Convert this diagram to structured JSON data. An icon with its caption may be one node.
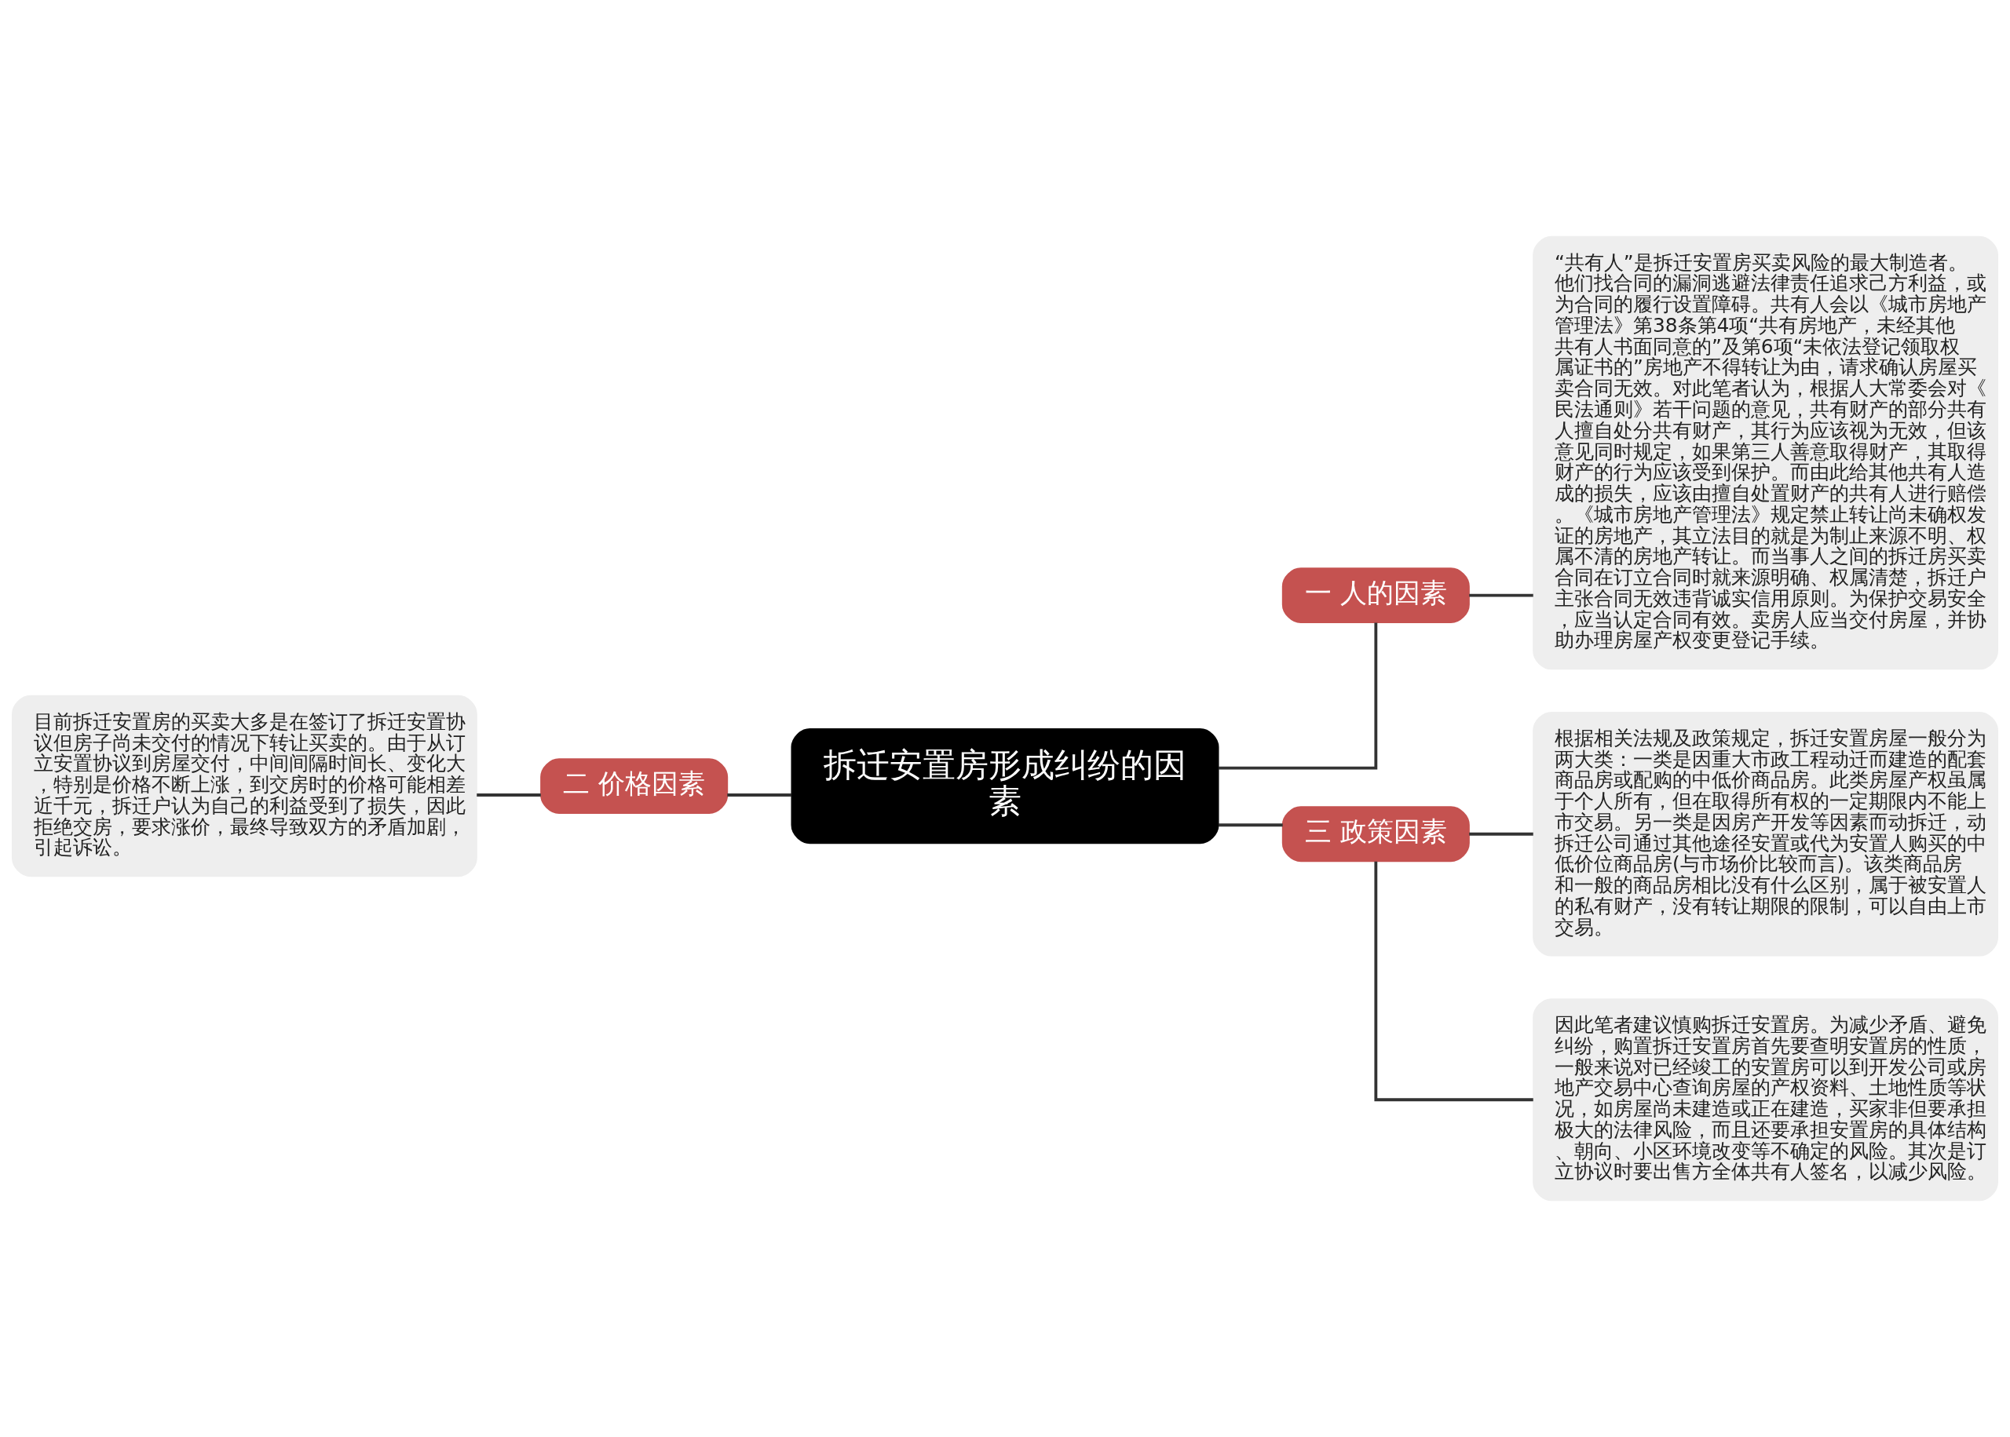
{
  "diagram": {
    "nodes": [
      {
        "text": [
          "拆迁安置房形成纠纷的因素"
        ]
      },
      {
        "text": [
          "一 人的因素"
        ]
      },
      {
        "text": [
          "“共有人”是拆迁安置房买卖风险的最大制造者。他们找合同的漏洞逃避法律责任追求己方利益，或为合同的履行设置障碍。共有人会以《城市房地产管理法》第38条第4项“共有房地产，未经其他共有人书面同意的”及第6项“未依法登记领取权属证书的”房地产不得转让为由，请求确认房屋买卖合同无效。对此笔者认为，根据人大常委会对《民法通则》若干问题的意见，共有财产的部分共有人擅自处分共有财产，其行为应该视为无效，但该意见同时规定，如果第三人善意取得财产，其取得财产的行为应该受到保护。而由此给其他共有人造成的损失，应该由擅自处置财产的共有人进行赔偿。《城市房地产管理法》规定禁止转让尚未确权发证的房地产，其立法目的就是为制止来源不明、权属不清的房地产转让。而当事人之间的拆迁房买卖合同在订立合同时就来源明确、权属清楚，拆迁户主张合同无效违背诚实信用原则。为保护交易安全，应当认定合同有效。卖房人应当交付房屋，并协助办理房屋产权变更登记手续。"
        ]
      },
      {
        "text": [
          "二 价格因素"
        ]
      },
      {
        "text": [
          "目前拆迁安置房的买卖大多是在签订了拆迁安置协议但房子尚未交付的情况下转让买卖的。由于从订立安置协议到房屋交付，中间间隔时间长、变化大，特别是价格不断上涨，到交房时的价格可能相差近千元，拆迁户认为自己的利益受到了损失，因此拒绝交房，要求涨价，最终导致双方的矛盾加剧，引起诉讼。"
        ]
      },
      {
        "text": [
          "三 政策因素"
        ]
      },
      {
        "text": [
          "根据相关法规及政策规定，拆迁安置房屋一般分为两大类：一类是因重大市政工程动迁而建造的配套商品房或配购的中低价商品房。此类房屋产权虽属于个人所有，但在取得所有权的一定期限内不能上市交易。另一类是因房产开发等因素而动拆迁，动拆迁公司通过其他途径安置或代为安置人购买的中低价位商品房(与市场价比较而言)。该类商品房和一般的商品房相比没有什么区别，属于被安置人的私有财产，没有转让期限的限制，可以自由上市交易。"
        ]
      },
      {
        "text": [
          "因此笔者建议慎购拆迁安置房。为减少矛盾、避免纠纷，购置拆迁安置房首先要查明安置房的性质，一般来说对已经竣工的安置房可以到开发公司或房地产交易中心查询房屋的产权资料、土地性质等状况，如房屋尚未建造或正在建造，买家非但要承担极大的法律风险，而且还要承担安置房的具体结构、朝向、小区环境改变等不确定的风险。其次是订立协议时要出售方全体共有人签名，以减少风险。"
        ]
      }
    ],
    "edges": [
      {
        "from": 0,
        "to": 1,
        "arrow": "none"
      },
      {
        "from": 1,
        "to": 2,
        "arrow": "none"
      },
      {
        "from": 0,
        "to": 3,
        "arrow": "none"
      },
      {
        "from": 3,
        "to": 4,
        "arrow": "none"
      },
      {
        "from": 0,
        "to": 5,
        "arrow": "none"
      },
      {
        "from": 5,
        "to": 6,
        "arrow": "none"
      },
      {
        "from": 5,
        "to": 7,
        "arrow": "none"
      }
    ]
  }
}
